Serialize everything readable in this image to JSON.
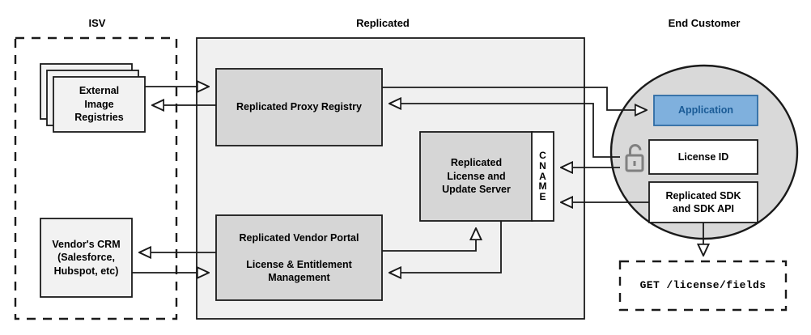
{
  "diagram": {
    "title_isv": "ISV",
    "title_replicated": "Replicated",
    "title_end_customer": "End Customer",
    "colors": {
      "stroke": "#1a1a1a",
      "zone_fill": "#f0f0f0",
      "component_fill": "#d6d6d6",
      "light_fill": "#f2f2f2",
      "circle_fill": "#d9d9d9",
      "application_fill": "#7fb0dd",
      "application_border": "#2e6ca4",
      "application_text": "#1a5b96",
      "white": "#ffffff",
      "lock_color": "#808080"
    },
    "isv": {
      "external_registries": {
        "line1": "External",
        "line2": "Image",
        "line3": "Registries",
        "icon": "stacked-cards"
      },
      "vendor_crm": {
        "line1": "Vendor's CRM",
        "line2": "(Salesforce,",
        "line3": "Hubspot, etc)"
      }
    },
    "replicated": {
      "proxy_registry": "Replicated Proxy Registry",
      "license_update_server": {
        "line1": "Replicated",
        "line2": "License and",
        "line3": "Update Server"
      },
      "cname_label": "CNAME",
      "cname_letters": [
        "C",
        "N",
        "A",
        "M",
        "E"
      ],
      "vendor_portal": {
        "line1": "Replicated Vendor Portal",
        "line2": "License & Entitlement",
        "line3": "Management"
      }
    },
    "end_customer": {
      "application": "Application",
      "license_id": "License ID",
      "sdk": {
        "line1": "Replicated SDK",
        "line2": "and SDK API"
      },
      "lock_icon": "open-padlock-icon",
      "api_call": "GET /license/fields"
    }
  }
}
